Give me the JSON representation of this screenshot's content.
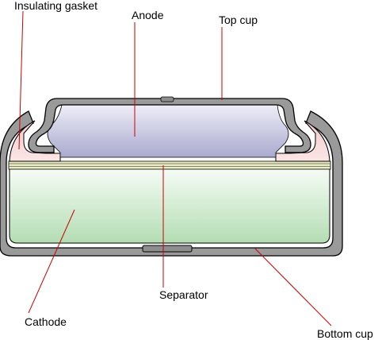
{
  "labels": {
    "insulating_gasket": "Insulating gasket",
    "anode": "Anode",
    "top_cup": "Top cup",
    "separator": "Separator",
    "cathode": "Cathode",
    "bottom_cup": "Bottom cup"
  },
  "colors": {
    "leader_line": "#cc0000",
    "metal_fill": "#9a9a9a",
    "metal_outline": "#000000",
    "anode_fill_light": "#eeeef8",
    "anode_fill_dark": "#a9a9cf",
    "cathode_fill_light": "#f4fbf4",
    "cathode_fill_dark": "#b3ddb3",
    "gasket_fill": "#f6d4d4",
    "separator_fill": "#e9edc0"
  }
}
